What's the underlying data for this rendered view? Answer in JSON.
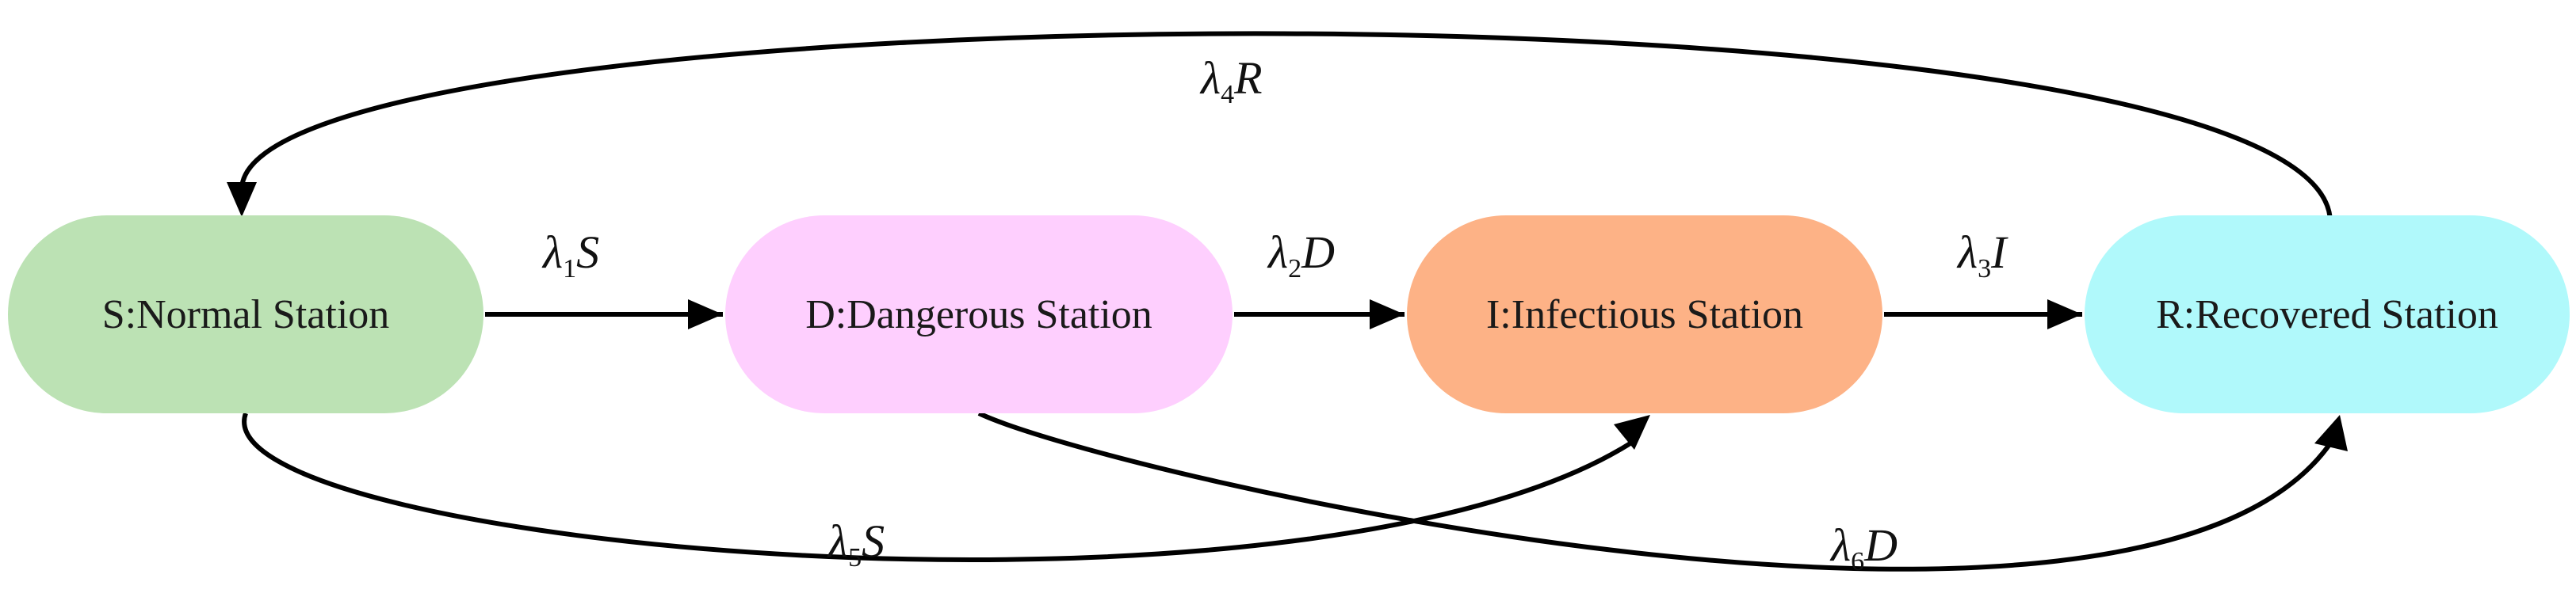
{
  "nodes": {
    "s": {
      "label": "S:Normal Station",
      "color": "#bce2b4"
    },
    "d": {
      "label": "D:Dangerous Station",
      "color": "#fecffe"
    },
    "i": {
      "label": "I:Infectious Station",
      "color": "#fdb286"
    },
    "r": {
      "label": "R:Recovered Station",
      "color": "#b0f9fb"
    }
  },
  "rates": {
    "r1": {
      "symbol": "λ",
      "index": "1",
      "var": "S"
    },
    "r2": {
      "symbol": "λ",
      "index": "2",
      "var": "D"
    },
    "r3": {
      "symbol": "λ",
      "index": "3",
      "var": "I"
    },
    "r4": {
      "symbol": "λ",
      "index": "4",
      "var": "R"
    },
    "r5": {
      "symbol": "λ",
      "index": "5",
      "var": "S"
    },
    "r6": {
      "symbol": "λ",
      "index": "6",
      "var": "D"
    }
  },
  "edge_color": "#000000"
}
